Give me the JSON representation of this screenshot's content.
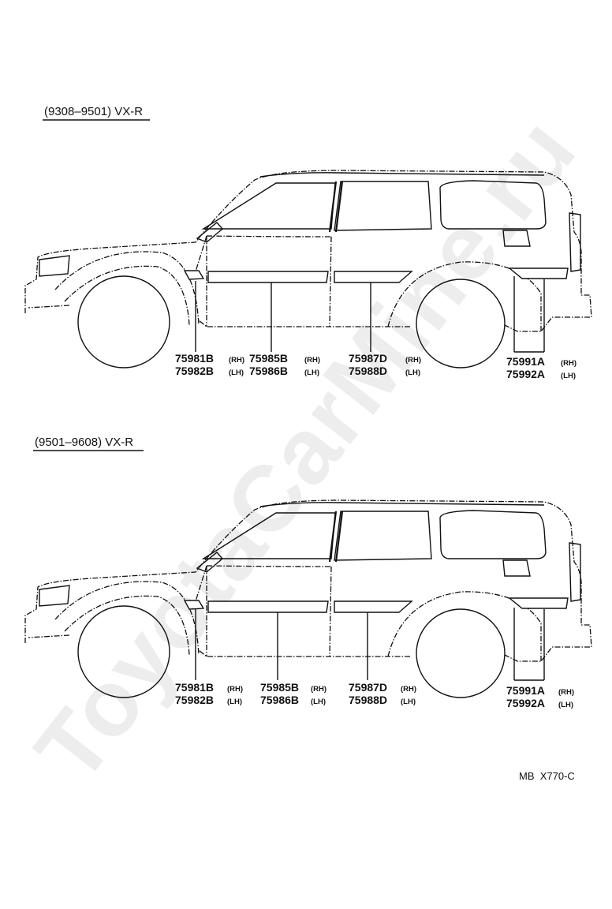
{
  "watermark": "ToyotaCarMine.ru",
  "diagrams": [
    {
      "header": "(9308–9501) VX-R",
      "callouts": [
        {
          "parts": [
            {
              "number": "75981B",
              "side": "(RH)"
            },
            {
              "number": "75982B",
              "side": "(LH)"
            }
          ]
        },
        {
          "parts": [
            {
              "number": "75985B",
              "side": "(RH)"
            },
            {
              "number": "75986B",
              "side": "(LH)"
            }
          ]
        },
        {
          "parts": [
            {
              "number": "75987D",
              "side": "(RH)"
            },
            {
              "number": "75988D",
              "side": "(LH)"
            }
          ]
        },
        {
          "parts": [
            {
              "number": "75991A",
              "side": "(RH)"
            },
            {
              "number": "75992A",
              "side": "(LH)"
            }
          ]
        }
      ]
    },
    {
      "header": "(9501–9608) VX-R",
      "callouts": [
        {
          "parts": [
            {
              "number": "75981B",
              "side": "(RH)"
            },
            {
              "number": "75982B",
              "side": "(LH)"
            }
          ]
        },
        {
          "parts": [
            {
              "number": "75985B",
              "side": "(RH)"
            },
            {
              "number": "75986B",
              "side": "(LH)"
            }
          ]
        },
        {
          "parts": [
            {
              "number": "75987D",
              "side": "(RH)"
            },
            {
              "number": "75988D",
              "side": "(LH)"
            }
          ]
        },
        {
          "parts": [
            {
              "number": "75991A",
              "side": "(RH)"
            },
            {
              "number": "75992A",
              "side": "(LH)"
            }
          ]
        }
      ]
    }
  ],
  "reference_code": "MB  X770-C"
}
